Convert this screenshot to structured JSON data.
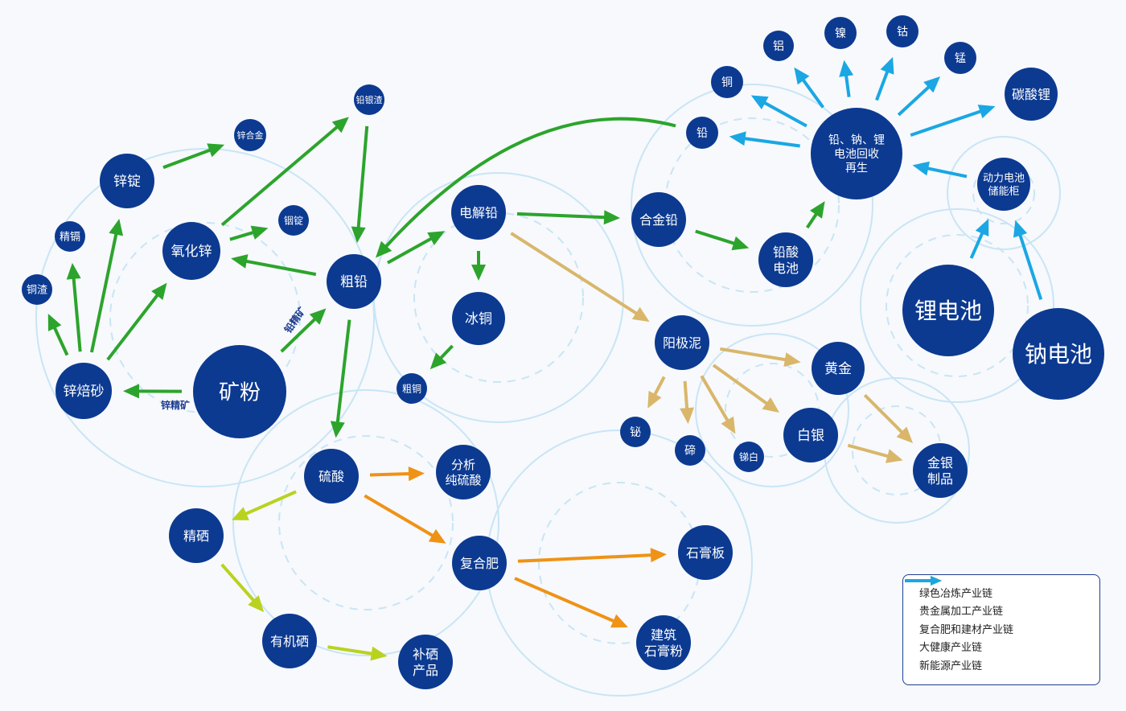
{
  "colors": {
    "node": "#0c3a91",
    "green": "#2ca42c",
    "gold": "#d9b66a",
    "orange": "#ef9216",
    "lime": "#b9d21f",
    "blue": "#1aa7e3",
    "ring": "#c9e5f5"
  },
  "nodes": [
    {
      "id": "kuangfen",
      "label": "矿粉"
    },
    {
      "id": "xinbeisha",
      "label": "锌焙砂"
    },
    {
      "id": "tongzha",
      "label": "铜渣"
    },
    {
      "id": "jingge",
      "label": "精镉"
    },
    {
      "id": "xinding",
      "label": "锌锭"
    },
    {
      "id": "xinhejin",
      "label": "锌合金"
    },
    {
      "id": "yanghuaxin",
      "label": "氧化锌"
    },
    {
      "id": "yinding",
      "label": "铟锭"
    },
    {
      "id": "qianyinzha",
      "label": "铅银渣"
    },
    {
      "id": "cuqian",
      "label": "粗铅"
    },
    {
      "id": "dianjieqian",
      "label": "电解铅"
    },
    {
      "id": "bingtong",
      "label": "冰铜"
    },
    {
      "id": "cutong",
      "label": "粗铜"
    },
    {
      "id": "liusuan",
      "label": "硫酸"
    },
    {
      "id": "fenxi",
      "label": "分析\n纯硫酸"
    },
    {
      "id": "jingxi",
      "label": "精硒"
    },
    {
      "id": "fuhefei",
      "label": "复合肥"
    },
    {
      "id": "youjixi",
      "label": "有机硒"
    },
    {
      "id": "buxi",
      "label": "补硒\n产品"
    },
    {
      "id": "shigaoban",
      "label": "石膏板"
    },
    {
      "id": "jianzhu",
      "label": "建筑\n石膏粉"
    },
    {
      "id": "hejinqian",
      "label": "合金铅"
    },
    {
      "id": "qiansuan",
      "label": "铅酸\n电池"
    },
    {
      "id": "yangjini",
      "label": "阳极泥"
    },
    {
      "id": "bi",
      "label": "铋"
    },
    {
      "id": "di",
      "label": "碲"
    },
    {
      "id": "tibai",
      "label": "锑白"
    },
    {
      "id": "huangjin",
      "label": "黄金"
    },
    {
      "id": "baiyin",
      "label": "白银"
    },
    {
      "id": "jinyin",
      "label": "金银\n制品"
    },
    {
      "id": "huishou",
      "label": "铅、钠、锂\n电池回收\n再生"
    },
    {
      "id": "qian",
      "label": "铅"
    },
    {
      "id": "tong",
      "label": "铜"
    },
    {
      "id": "lv",
      "label": "铝"
    },
    {
      "id": "nie",
      "label": "镍"
    },
    {
      "id": "gu",
      "label": "钴"
    },
    {
      "id": "meng",
      "label": "锰"
    },
    {
      "id": "tansuanli",
      "label": "碳酸锂"
    },
    {
      "id": "dongli",
      "label": "动力电池\n储能柜"
    },
    {
      "id": "lidianchi",
      "label": "锂电池"
    },
    {
      "id": "nadianchi",
      "label": "钠电池"
    }
  ],
  "edges": [
    {
      "from": "kuangfen",
      "to": "xinbeisha",
      "chain": "green",
      "label": "锌精矿"
    },
    {
      "from": "kuangfen",
      "to": "cuqian",
      "chain": "green",
      "label": "铅精矿"
    },
    {
      "from": "xinbeisha",
      "to": "tongzha",
      "chain": "green"
    },
    {
      "from": "xinbeisha",
      "to": "jingge",
      "chain": "green"
    },
    {
      "from": "xinbeisha",
      "to": "xinding",
      "chain": "green"
    },
    {
      "from": "xinbeisha",
      "to": "yanghuaxin",
      "chain": "green"
    },
    {
      "from": "xinding",
      "to": "xinhejin",
      "chain": "green"
    },
    {
      "from": "yanghuaxin",
      "to": "yinding",
      "chain": "green"
    },
    {
      "from": "yanghuaxin",
      "to": "qianyinzha",
      "chain": "green"
    },
    {
      "from": "cuqian",
      "to": "yanghuaxin",
      "chain": "green"
    },
    {
      "from": "qianyinzha",
      "to": "cuqian",
      "chain": "green"
    },
    {
      "from": "cuqian",
      "to": "dianjieqian",
      "chain": "green"
    },
    {
      "from": "cuqian",
      "to": "liusuan",
      "chain": "green"
    },
    {
      "from": "qian",
      "to": "cuqian",
      "chain": "green"
    },
    {
      "from": "dianjieqian",
      "to": "bingtong",
      "chain": "green"
    },
    {
      "from": "bingtong",
      "to": "cutong",
      "chain": "green"
    },
    {
      "from": "dianjieqian",
      "to": "hejinqian",
      "chain": "green"
    },
    {
      "from": "hejinqian",
      "to": "qiansuan",
      "chain": "green"
    },
    {
      "from": "qiansuan",
      "to": "huishou",
      "chain": "green"
    },
    {
      "from": "dianjieqian",
      "to": "yangjini",
      "chain": "gold"
    },
    {
      "from": "yangjini",
      "to": "bi",
      "chain": "gold"
    },
    {
      "from": "yangjini",
      "to": "di",
      "chain": "gold"
    },
    {
      "from": "yangjini",
      "to": "tibai",
      "chain": "gold"
    },
    {
      "from": "yangjini",
      "to": "baiyin",
      "chain": "gold"
    },
    {
      "from": "yangjini",
      "to": "huangjin",
      "chain": "gold"
    },
    {
      "from": "huangjin",
      "to": "jinyin",
      "chain": "gold"
    },
    {
      "from": "baiyin",
      "to": "jinyin",
      "chain": "gold"
    },
    {
      "from": "liusuan",
      "to": "fenxi",
      "chain": "orange"
    },
    {
      "from": "liusuan",
      "to": "fuhefei",
      "chain": "orange"
    },
    {
      "from": "fuhefei",
      "to": "shigaoban",
      "chain": "orange"
    },
    {
      "from": "fuhefei",
      "to": "jianzhu",
      "chain": "orange"
    },
    {
      "from": "liusuan",
      "to": "jingxi",
      "chain": "lime"
    },
    {
      "from": "jingxi",
      "to": "youjixi",
      "chain": "lime"
    },
    {
      "from": "youjixi",
      "to": "buxi",
      "chain": "lime"
    },
    {
      "from": "huishou",
      "to": "qian",
      "chain": "blue"
    },
    {
      "from": "huishou",
      "to": "tong",
      "chain": "blue"
    },
    {
      "from": "huishou",
      "to": "lv",
      "chain": "blue"
    },
    {
      "from": "huishou",
      "to": "nie",
      "chain": "blue"
    },
    {
      "from": "huishou",
      "to": "gu",
      "chain": "blue"
    },
    {
      "from": "huishou",
      "to": "meng",
      "chain": "blue"
    },
    {
      "from": "huishou",
      "to": "tansuanli",
      "chain": "blue"
    },
    {
      "from": "dongli",
      "to": "huishou",
      "chain": "blue"
    },
    {
      "from": "lidianchi",
      "to": "dongli",
      "chain": "blue"
    },
    {
      "from": "nadianchi",
      "to": "dongli",
      "chain": "blue"
    }
  ],
  "legend": [
    {
      "chain": "green",
      "label": "绿色冶炼产业链"
    },
    {
      "chain": "gold",
      "label": "贵金属加工产业链"
    },
    {
      "chain": "orange",
      "label": "复合肥和建材产业链"
    },
    {
      "chain": "lime",
      "label": "大健康产业链"
    },
    {
      "chain": "blue",
      "label": "新能源产业链"
    }
  ]
}
